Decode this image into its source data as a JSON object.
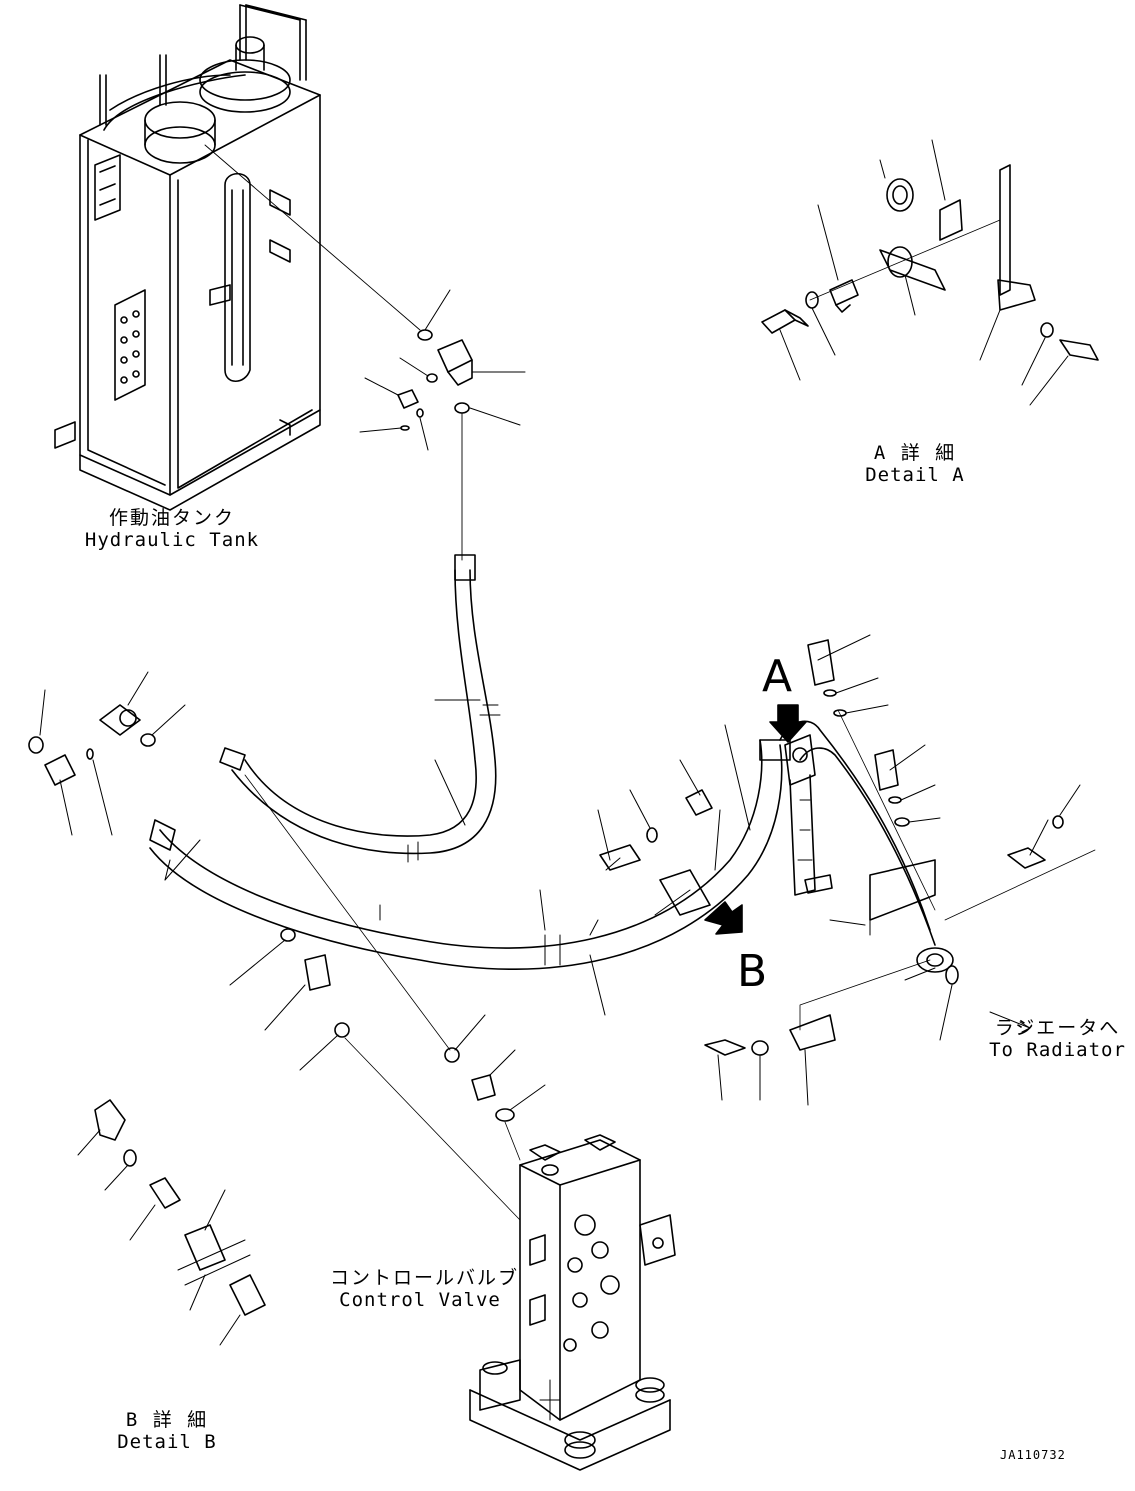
{
  "labels": {
    "hydraulic_tank": {
      "jp": "作動油タンク",
      "en": "Hydraulic Tank"
    },
    "detail_a": {
      "jp": "A 詳 細",
      "en": "Detail A"
    },
    "detail_b": {
      "jp": "B 詳 細",
      "en": "Detail B"
    },
    "control_valve": {
      "jp": "コントロールバルブ",
      "en": "Control Valve"
    },
    "to_radiator": {
      "jp": "ラジエータへ",
      "en": "To Radiator"
    }
  },
  "view_markers": {
    "a": "A",
    "b": "B"
  },
  "drawing_code": "JA110732"
}
